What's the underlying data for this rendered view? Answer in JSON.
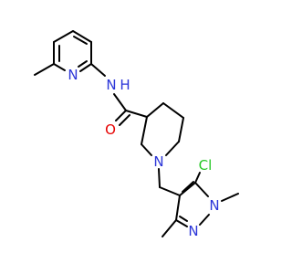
{
  "molecule": {
    "colors": {
      "bond": "#000000",
      "nitrogen": "#2b35d8",
      "oxygen": "#e60000",
      "chlorine": "#26c826",
      "background": "#ffffff"
    },
    "atom_labels": {
      "pyridine_n": "N",
      "amide_nh": "N",
      "amide_h": "H",
      "carbonyl_o": "O",
      "piperidine_n": "N",
      "pyrazole_n1": "N",
      "pyrazole_n2": "N",
      "chlorine": "Cl"
    }
  }
}
